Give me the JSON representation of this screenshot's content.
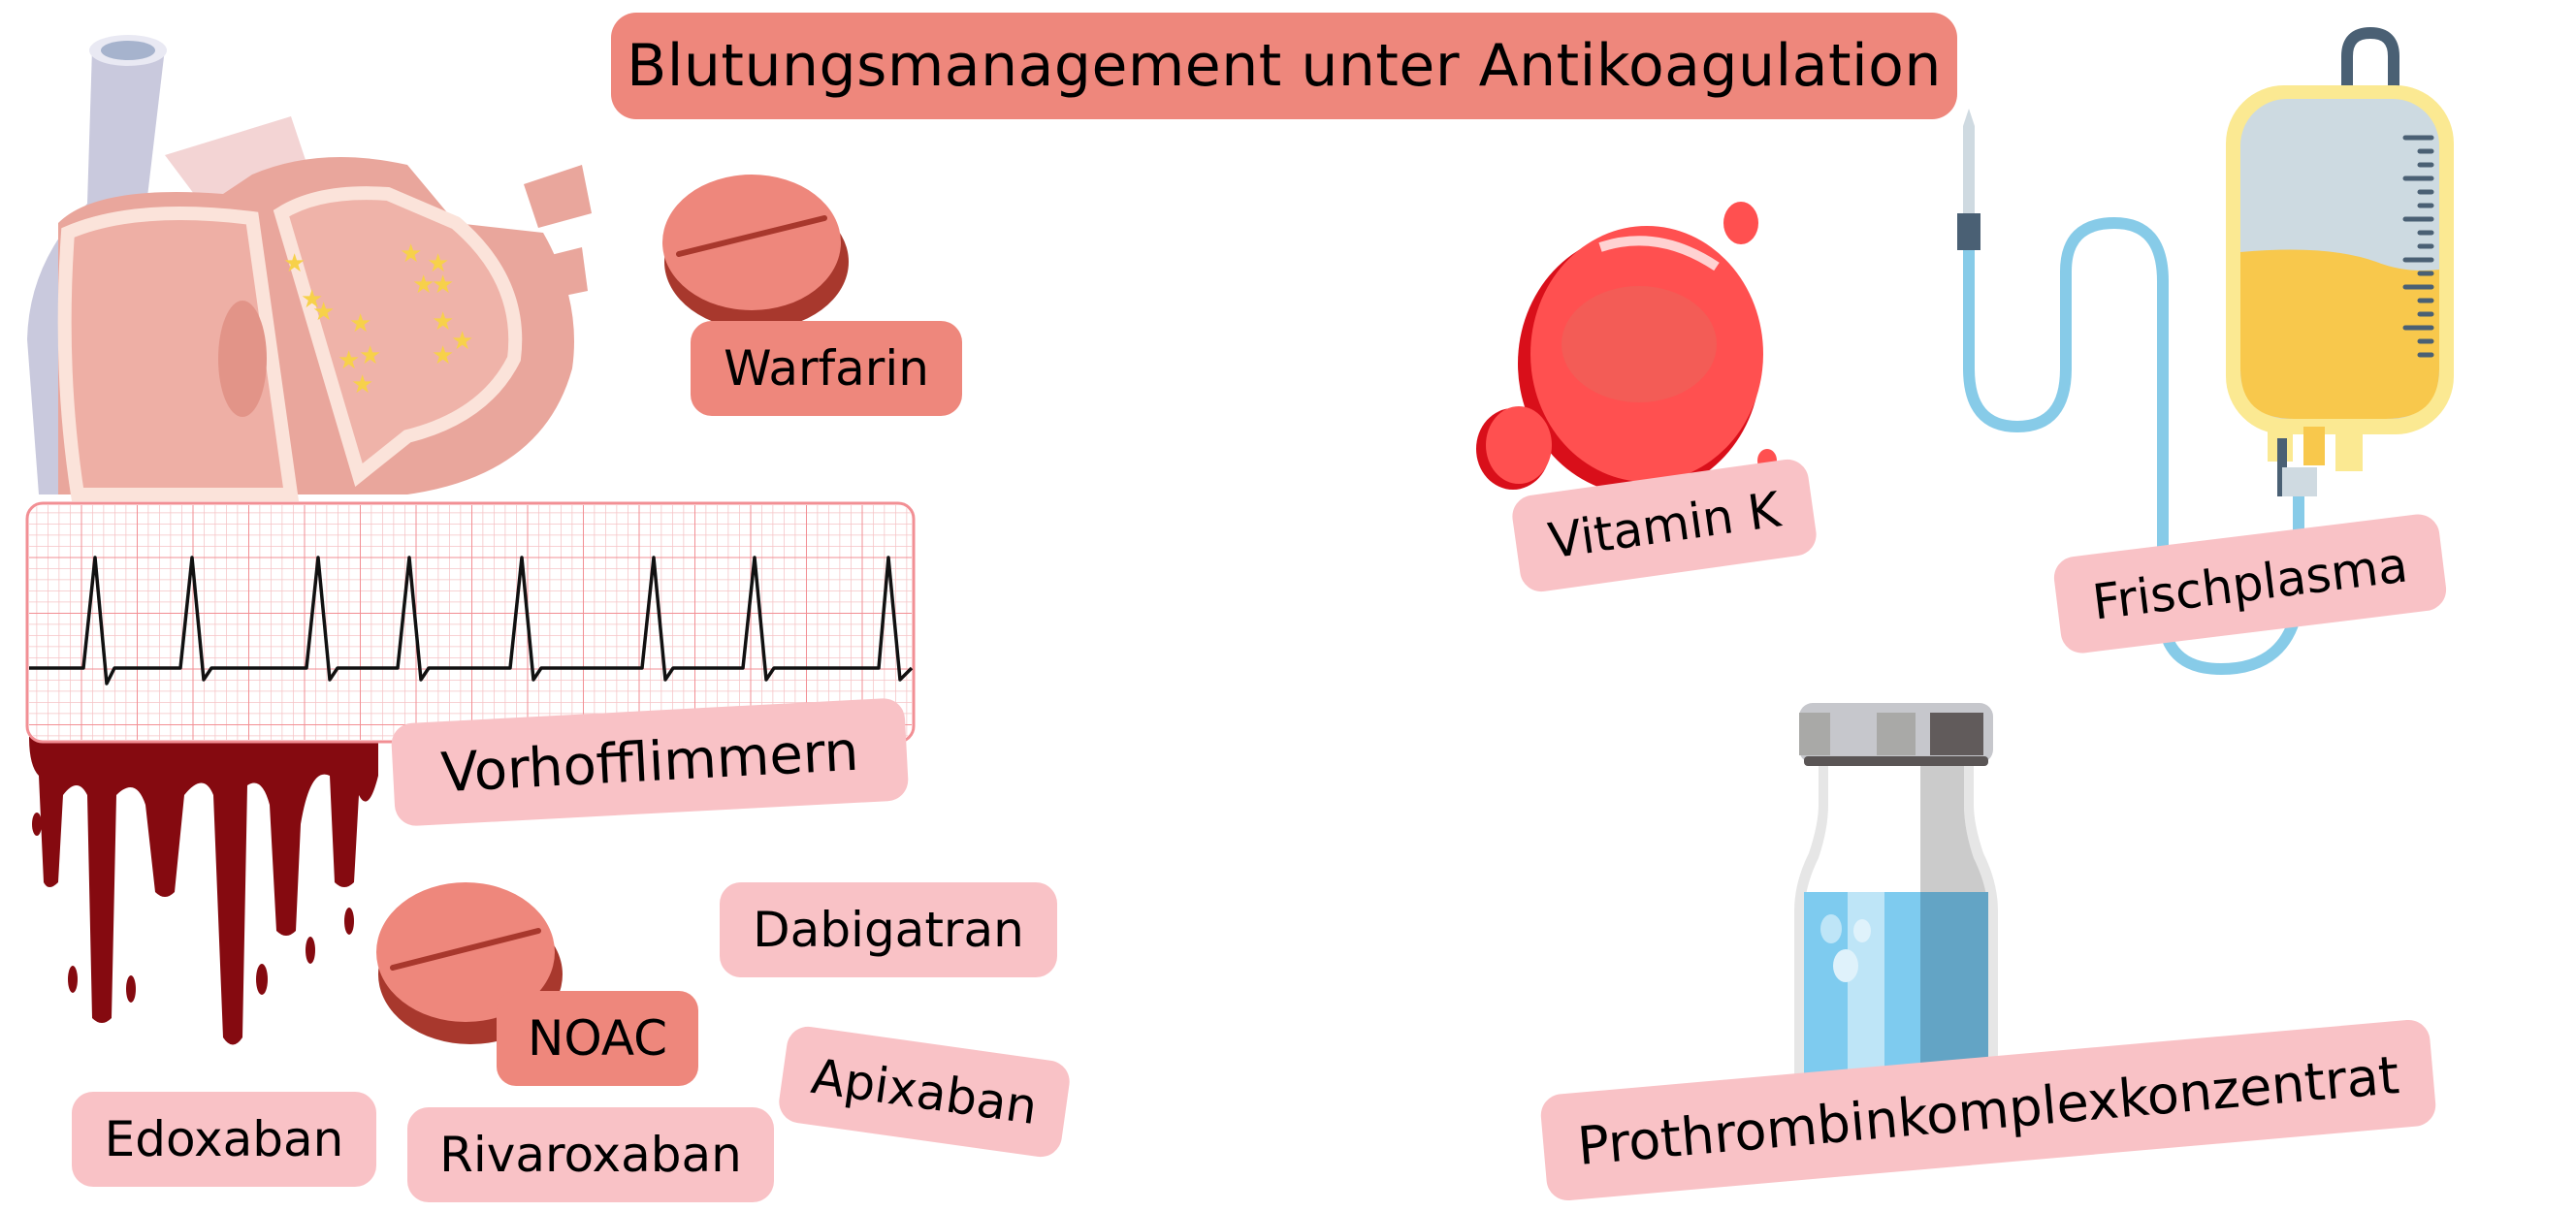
{
  "title": "Blutungsmanagement unter Antikoagulation",
  "left_cluster": {
    "condition_label": "Vorhofflimmern",
    "vka": {
      "label": "Warfarin"
    },
    "noac": {
      "label": "NOAC",
      "drugs": [
        "Dabigatran",
        "Apixaban",
        "Rivaroxaban",
        "Edoxaban"
      ]
    }
  },
  "right_cluster": {
    "antidotes": [
      {
        "label": "Vitamin K",
        "icon": "red-drop-icon"
      },
      {
        "label": "Frischplasma",
        "icon": "iv-bag-icon"
      },
      {
        "label": "Prothrombinkomplexkonzentrat",
        "icon": "vial-icon"
      }
    ]
  },
  "colors": {
    "title_bg": "#ee877c",
    "label_pink": "#f9c2c6",
    "label_salmon": "#ee877c",
    "blood": "#850a10",
    "ecg_grid": "#f28f94",
    "pill_face": "#ee877c",
    "pill_edge": "#a8382d",
    "vitamin_k_red": "#ff5050",
    "plasma_yellow": "#f8c84c",
    "tube_blue": "#87cbe8",
    "vial_liquid": "#7ecbef"
  }
}
